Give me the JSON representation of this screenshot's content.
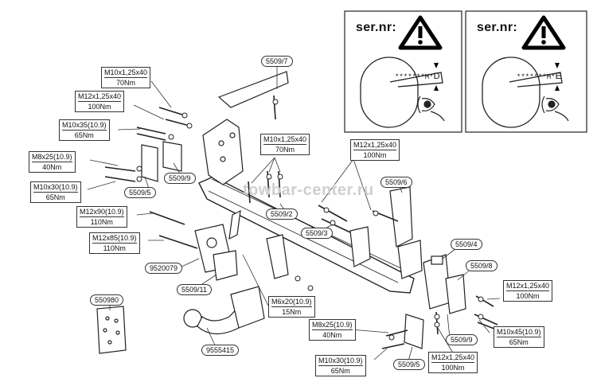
{
  "watermark": "towbar-center.ru",
  "serial_panels": [
    {
      "label": "ser.nr:",
      "code": "*******M*",
      "letter": "D"
    },
    {
      "label": "ser.nr:",
      "code": "*******M*",
      "letter": "E"
    }
  ],
  "part_labels": {
    "p_5509_7": "5509/7",
    "p_5509_9_top": "5509/9",
    "p_5509_5_left": "5509/5",
    "p_5509_2": "5509/2",
    "p_5509_3": "5509/3",
    "p_5509_6": "5509/6",
    "p_5509_4": "5509/4",
    "p_5509_8": "5509/8",
    "p_9520079": "9520079",
    "p_5509_11": "5509/11",
    "p_550980": "550980",
    "p_9555415": "9555415",
    "p_5509_5_bottom": "5509/5",
    "p_5509_9_bottom": "5509/9"
  },
  "bolt_specs": {
    "s1": {
      "size": "M10x1,25x40",
      "torque": "70Nm"
    },
    "s2": {
      "size": "M12x1,25x40",
      "torque": "100Nm"
    },
    "s3": {
      "size": "M10x35(10.9)",
      "torque": "65Nm"
    },
    "s4": {
      "size": "M8x25(10.9)",
      "torque": "40Nm"
    },
    "s5": {
      "size": "M10x30(10.9)",
      "torque": "65Nm"
    },
    "s6": {
      "size": "M12x90(10.9)",
      "torque": "110Nm"
    },
    "s7": {
      "size": "M12x85(10.9)",
      "torque": "110Nm"
    },
    "s8": {
      "size": "M10x1,25x40",
      "torque": "70Nm"
    },
    "s9": {
      "size": "M12x1,25x40",
      "torque": "100Nm"
    },
    "s10": {
      "size": "M6x20(10.9)",
      "torque": "15Nm"
    },
    "s11": {
      "size": "M8x25(10.9)",
      "torque": "40Nm"
    },
    "s12": {
      "size": "M10x30(10.9)",
      "torque": "65Nm"
    },
    "s13": {
      "size": "M12x1,25x40",
      "torque": "100Nm"
    },
    "s14": {
      "size": "M12x1,25x40",
      "torque": "100Nm"
    },
    "s15": {
      "size": "M10x45(10.9)",
      "torque": "65Nm"
    }
  }
}
